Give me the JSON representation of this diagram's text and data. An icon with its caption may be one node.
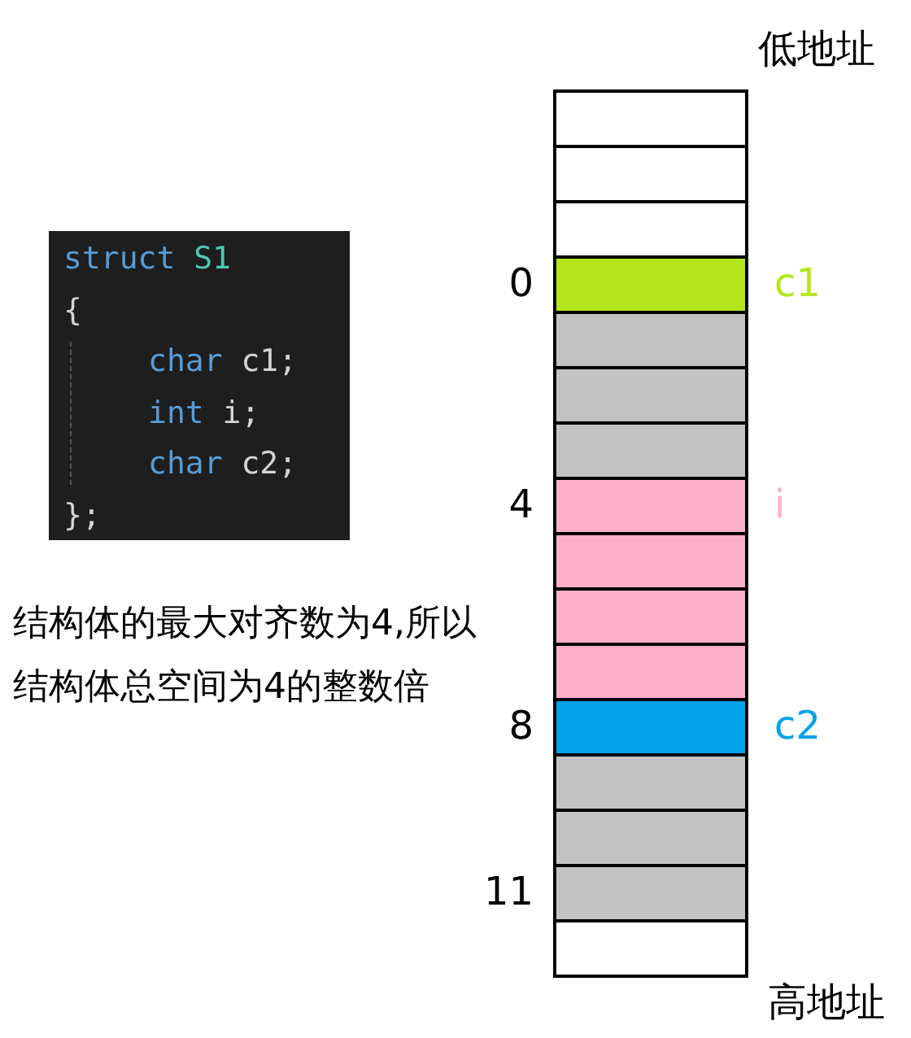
{
  "diagram": {
    "nodes": [
      {
        "text": [
          "struct S1",
          "{",
          "char c1;",
          "int i;",
          "char c2;",
          "};"
        ]
      },
      {
        "text": [],
        "shape": "box"
      },
      {
        "text": [],
        "shape": "box"
      },
      {
        "text": [],
        "shape": "box"
      },
      {
        "text": [],
        "shape": "box",
        "beside": [
          "0",
          "c1"
        ]
      },
      {
        "text": [],
        "shape": "box"
      },
      {
        "text": [],
        "shape": "box"
      },
      {
        "text": [],
        "shape": "box"
      },
      {
        "text": [],
        "shape": "box",
        "beside": [
          "4",
          "i"
        ]
      },
      {
        "text": [],
        "shape": "box"
      },
      {
        "text": [],
        "shape": "box"
      },
      {
        "text": [],
        "shape": "box"
      },
      {
        "text": [],
        "shape": "box",
        "beside": [
          "8",
          "c2"
        ]
      },
      {
        "text": [],
        "shape": "box"
      },
      {
        "text": [],
        "shape": "box"
      },
      {
        "text": [],
        "shape": "box",
        "beside": [
          "11"
        ]
      },
      {
        "text": [],
        "shape": "box"
      }
    ],
    "labels": [
      "低地址",
      "结构体的最大对齐数为4,所以结构体总空间为4的整数倍",
      "高地址"
    ]
  }
}
